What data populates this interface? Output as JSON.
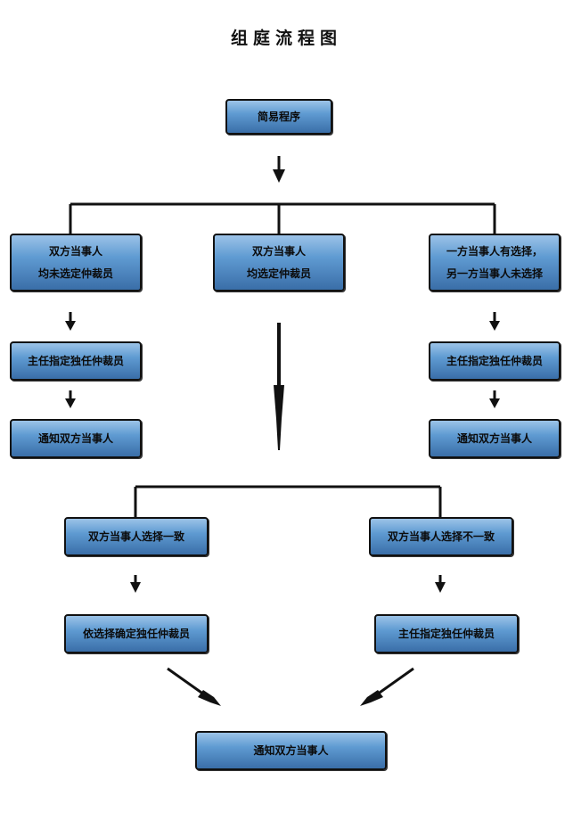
{
  "title": "组庭流程图",
  "nodes": {
    "simple": "简易程序",
    "left_top": [
      "双方当事人",
      "均未选定仲裁员"
    ],
    "middle_top": [
      "双方当事人",
      "均选定仲裁员"
    ],
    "right_top": [
      "一方当事人有选择，",
      "另一方当事人未选择"
    ],
    "left_appoint": "主任指定独任仲裁员",
    "left_notify": "通知双方当事人",
    "right_appoint": "主任指定独任仲裁员",
    "right_notify": "通知双方当事人",
    "agree": "双方当事人选择一致",
    "disagree": "双方当事人选择不一致",
    "confirm": "依选择确定独任仲裁员",
    "appoint_after_disagree": "主任指定独任仲裁员",
    "final_notify": "通知双方当事人"
  }
}
